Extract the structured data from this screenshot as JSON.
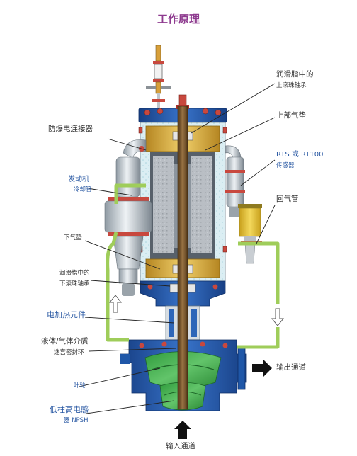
{
  "title": "工作原理",
  "labels": {
    "lube_upper_1": "润滑脂中的",
    "lube_upper_2": "上滚珠轴承",
    "upper_gasket": "上部气垫",
    "rts_1": "RTS 或 RT100",
    "rts_2": "传感器",
    "return_pipe": "回气管",
    "explosion_connector": "防爆电连接器",
    "motor_1": "发动机",
    "motor_2": "冷却管",
    "lower_gasket": "下气垫",
    "lube_lower_1": "润滑脂中的",
    "lube_lower_2": "下滚珠轴承",
    "heater": "电加热元件",
    "seal_1": "液体/气体介质",
    "seal_2": "迷宫密封环",
    "impeller": "叶轮",
    "npsh_1": "低柱高电感",
    "npsh_2": "器 NPSH",
    "outlet": "输出通道",
    "inlet": "输入通道"
  },
  "colors": {
    "title": "#8e3b8f",
    "label_dark": "#333333",
    "label_blue": "#2b5aa4",
    "casing_blue": "#1f57a8",
    "stator_gold": "#d9a838",
    "impeller_green": "#3fae49",
    "coolant_tube": "#9fcd5a",
    "shaft_brown": "#6b4b26"
  }
}
